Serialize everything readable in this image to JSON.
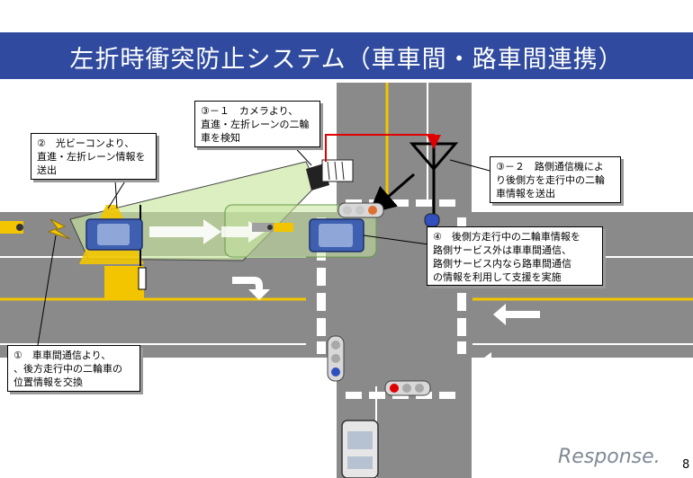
{
  "title": "左折時衝突防止システム（車車間・路車間連携）",
  "callouts": {
    "c1": [
      "①　車車間通信より、",
      "、後方走行中の二輪車の",
      "位置情報を交換"
    ],
    "c2": [
      "②　光ビーコンより、",
      "直進・左折レーン情報を",
      "送出"
    ],
    "c31": [
      "③－１　カメラより、",
      "直進・左折レーンの二輪",
      "車を検知"
    ],
    "c32": [
      "③－２　路側通信機によ",
      "り後側方を走行中の二輪",
      "車情報を送出"
    ],
    "c4": [
      "④　後側方走行中の二輪車情報を",
      "路側サービス外は車車間通信、",
      "路側サービス内なら路車間通信",
      "の情報を利用して支援を実施"
    ]
  },
  "watermark": "Response.",
  "page_number": "8",
  "colors": {
    "title_bar": "#2f4a9e",
    "road": "#8a8a8a",
    "lane_yellow": "#f2c500",
    "beam_green": "#c8e6a0",
    "comm_red": "#e00000",
    "car_blue": "#3f5fb0"
  }
}
